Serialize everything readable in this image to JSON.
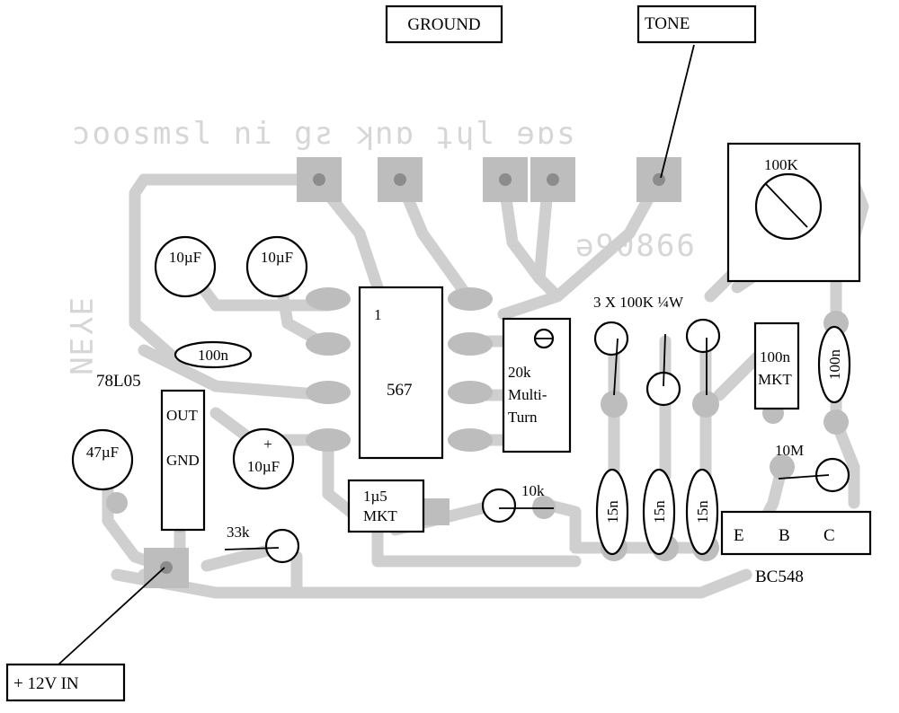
{
  "labels": {
    "ground": "GROUND",
    "tone": "TONE",
    "pot": "100K",
    "c1": "10µF",
    "c2": "10µF",
    "c_100n_left": "100n",
    "reg_name": "78L05",
    "reg_out": "OUT",
    "reg_gnd": "GND",
    "c_47": "47µF",
    "c_10_plus": "+",
    "c_10": "10µF",
    "ic_pin1": "1",
    "ic_name": "567",
    "trim_line1": "20k",
    "trim_line2": "Multi-",
    "trim_line3": "Turn",
    "res_group": "3 X 100K  ¼W",
    "c_100n_mkt_1": "100n",
    "c_100n_mkt_2": "MKT",
    "c_100n_right": "100n",
    "r_10m": "10M",
    "c_1u5_1": "1µ5",
    "c_1u5_2": "MKT",
    "r_10k": "10k",
    "c_15n_a": "15n",
    "c_15n_b": "15n",
    "c_15n_c": "15n",
    "r_33k": "33k",
    "pin_e": "E",
    "pin_b": "B",
    "pin_c": "C",
    "transistor": "BC548",
    "power_in": "+ 12V IN"
  },
  "ghost_text": {
    "row1": "ɔoosmsl ni gƨ ʞnɒ ʇɥl ɘɒs",
    "row2": "ǝ90866",
    "side": "ƎYƎN"
  }
}
